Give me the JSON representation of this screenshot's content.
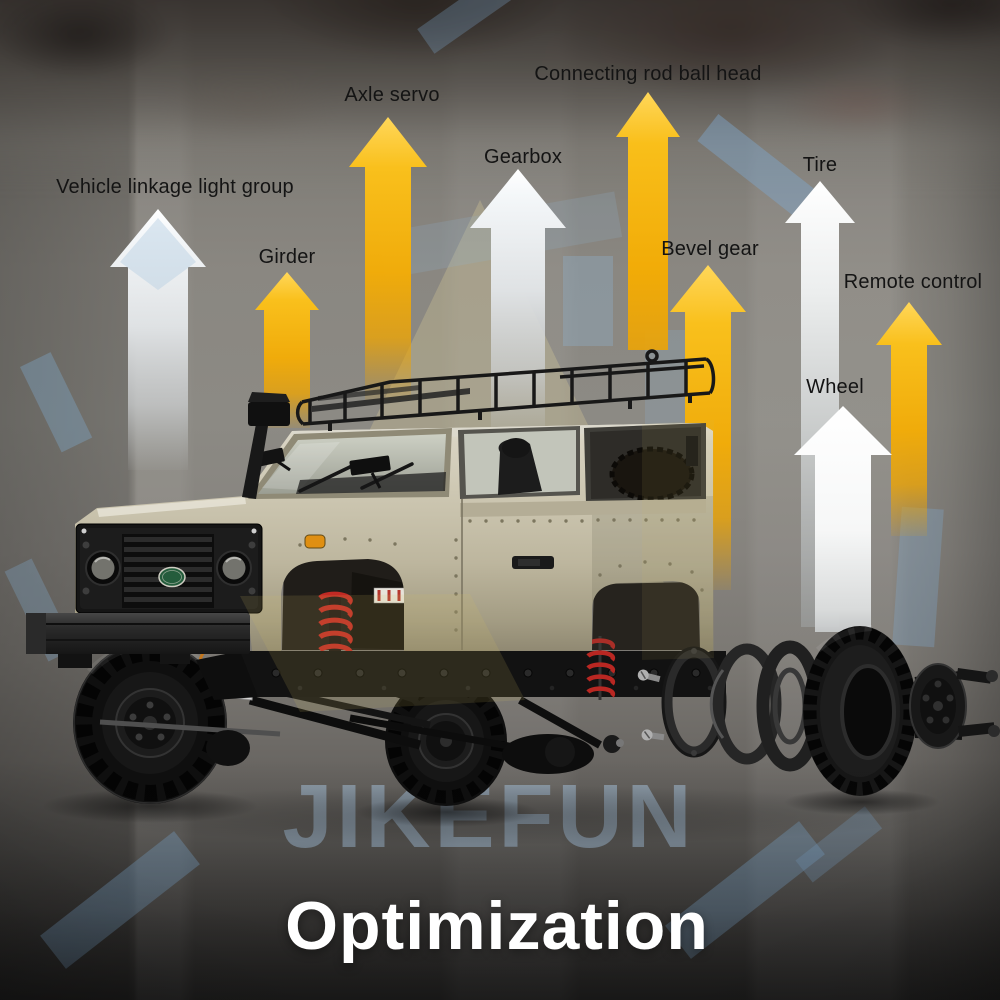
{
  "title": {
    "text": "Optimization"
  },
  "watermark": {
    "brand_text": "JIKEFUN"
  },
  "annotations": [
    {
      "text": "Vehicle linkage light group",
      "arrow_color": "white"
    },
    {
      "text": "Girder",
      "arrow_color": "yellow"
    },
    {
      "text": "Axle servo",
      "arrow_color": "yellow"
    },
    {
      "text": "Gearbox",
      "arrow_color": "white"
    },
    {
      "text": "Connecting rod ball head",
      "arrow_color": "yellow"
    },
    {
      "text": "Bevel gear",
      "arrow_color": "yellow"
    },
    {
      "text": "Tire",
      "arrow_color": "white"
    },
    {
      "text": "Remote control",
      "arrow_color": "yellow"
    },
    {
      "text": "Wheel",
      "arrow_color": "white"
    }
  ],
  "colors": {
    "arrow_yellow": "#f5b30c",
    "arrow_white": "#ffffff",
    "label_text": "#141414",
    "title_text": "#ffffff",
    "watermark_blue": "#a8c5e0",
    "car_body_champagne": "#c7c0a8",
    "shock_spring_red": "#c02a24",
    "badge_green": "#245c3c",
    "background_gray": "#8a8781"
  }
}
